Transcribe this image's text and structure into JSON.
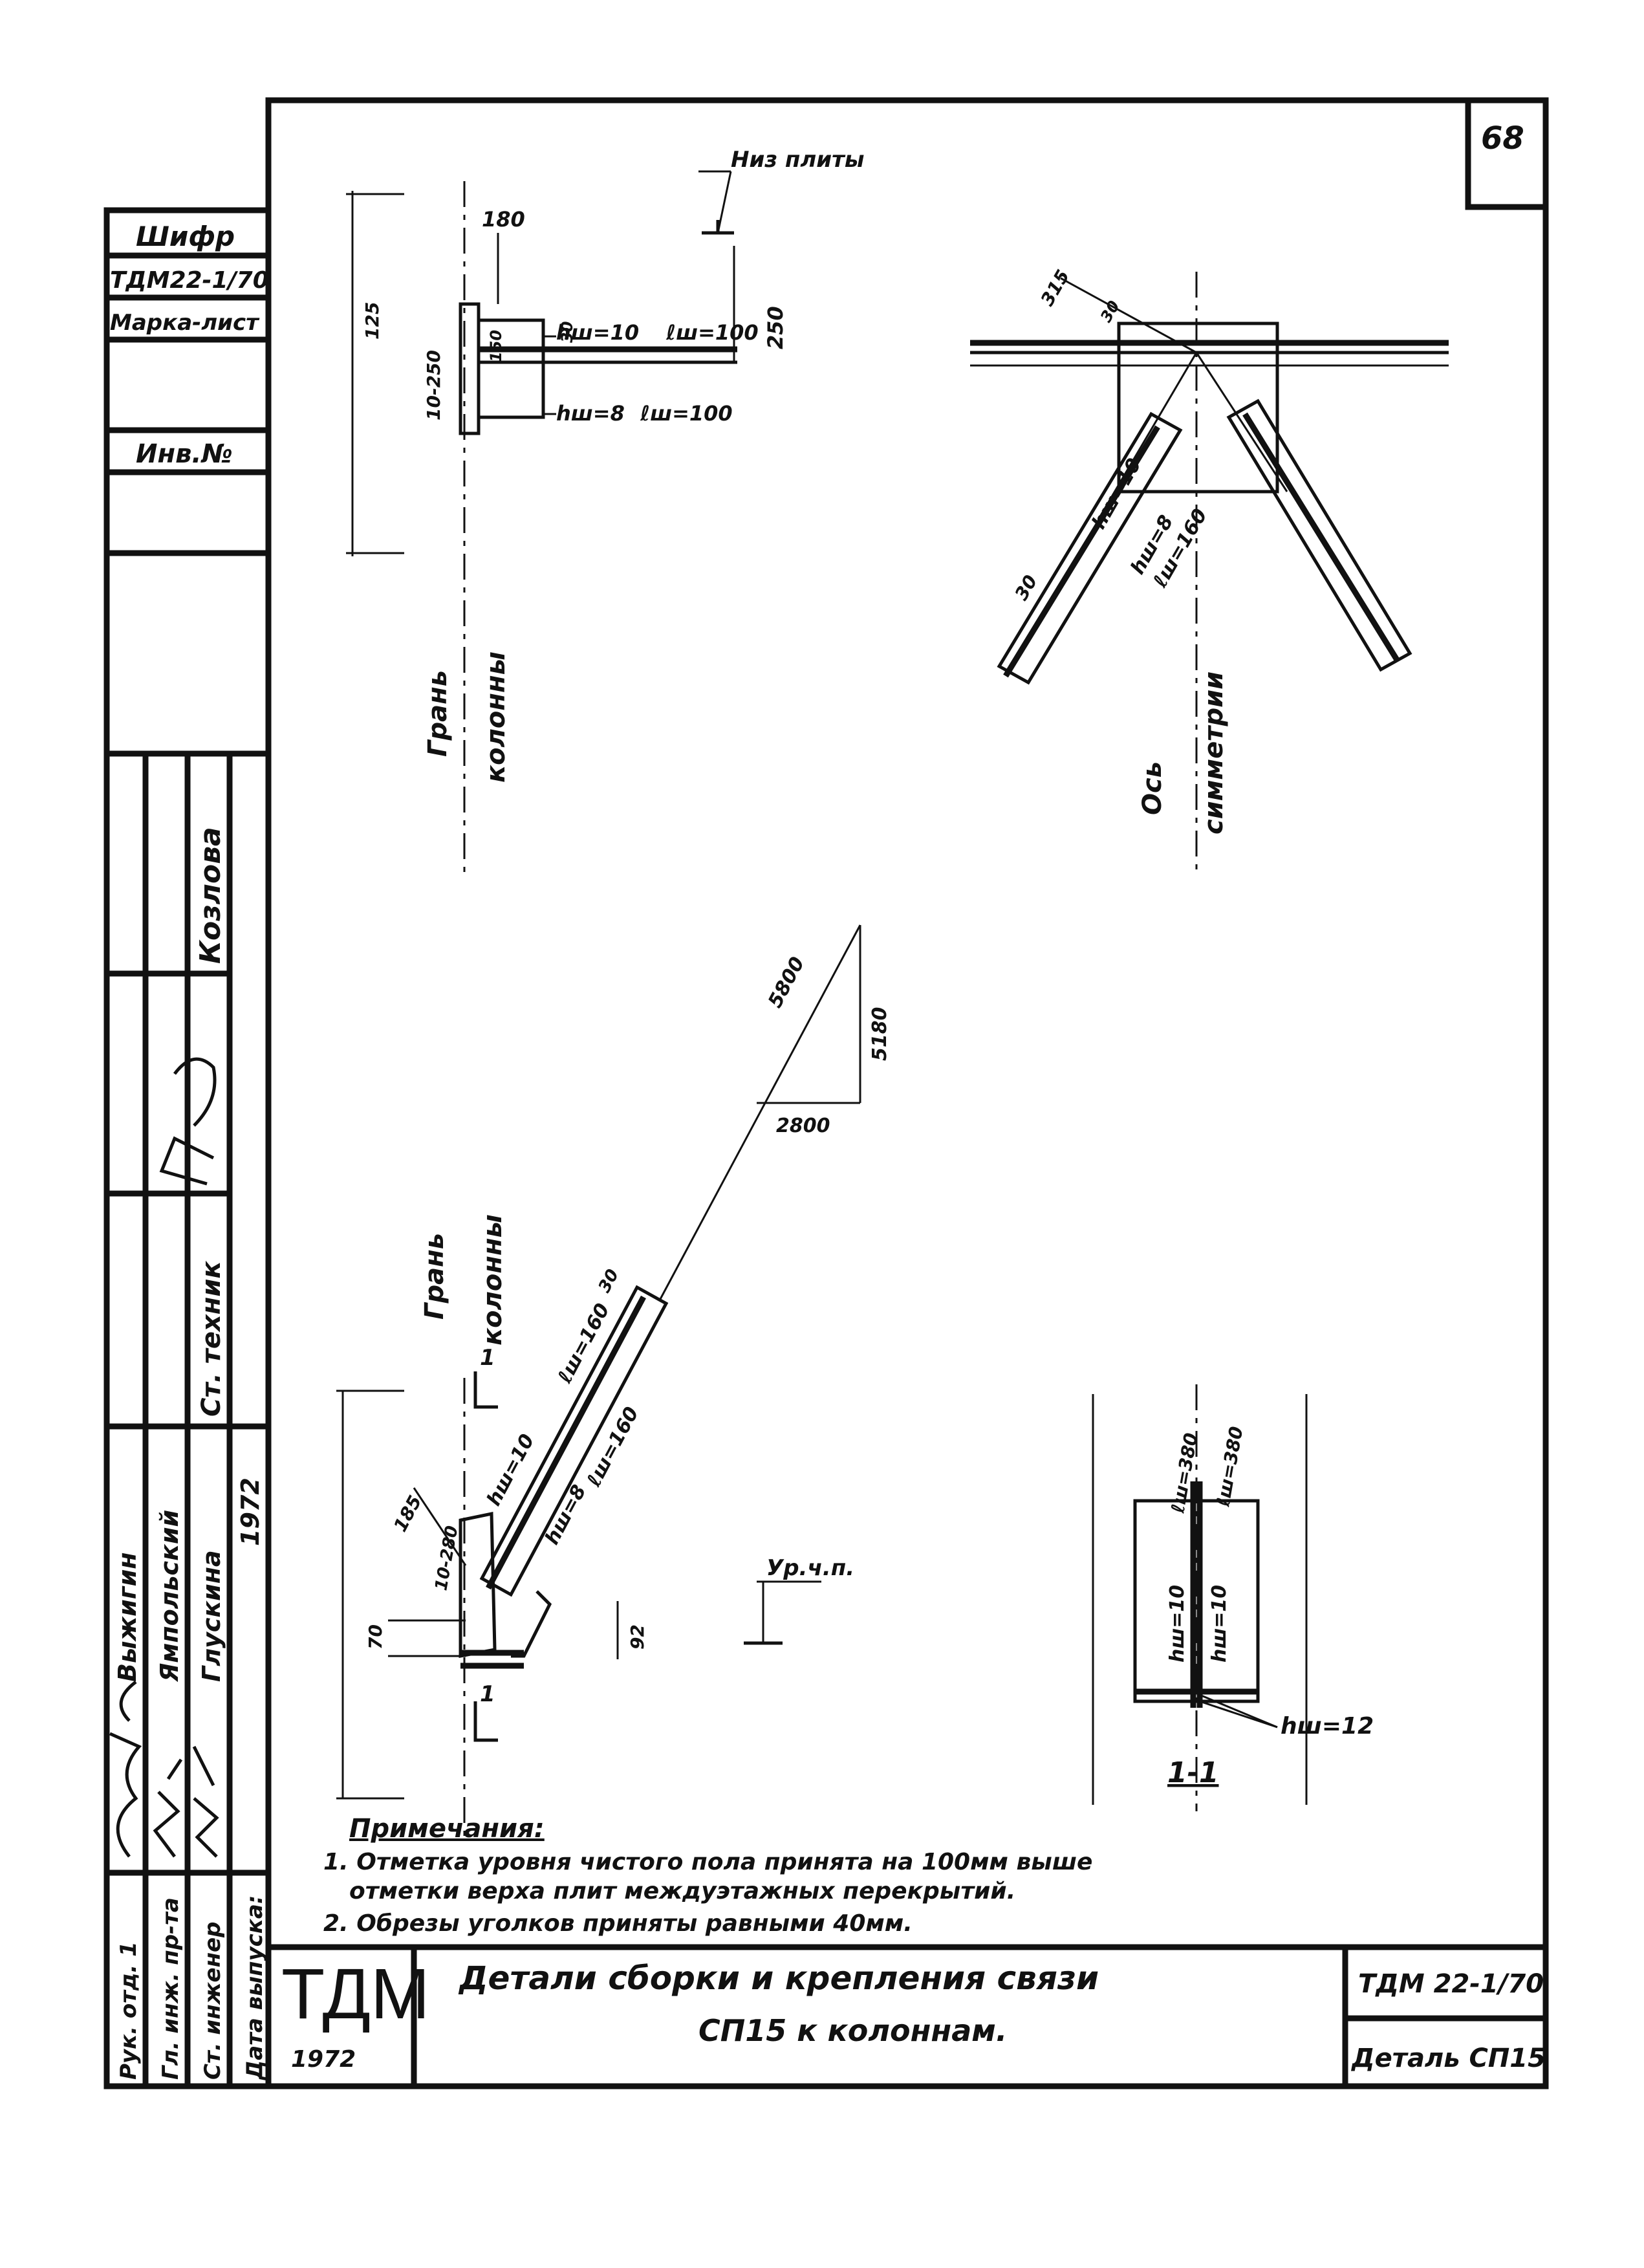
{
  "sheet_number": "68",
  "top_left_detail": {
    "level_label": "Низ плиты",
    "dim_180": "180",
    "dim_250": "250",
    "dim_150": "150",
    "dim_30": "30",
    "dim_125": "125",
    "dim_10_250": "10-250",
    "weld_top_h": "hш=10",
    "weld_top_l": "ℓш=100",
    "weld_bot_h": "hш=8",
    "weld_bot_l": "ℓш=100",
    "axis_label_1": "Грань",
    "axis_label_2": "колонны"
  },
  "top_right_detail": {
    "dim_315": "315",
    "dim_30a": "30",
    "dim_30b": "30",
    "weld_h10": "hш=10",
    "weld_h8": "hш=8",
    "weld_l160": "ℓш=160",
    "axis_label_1": "Ось",
    "axis_label_2": "симметрии"
  },
  "slope_triangle": {
    "hyp": "5800",
    "vert": "5180",
    "horiz": "2800"
  },
  "bottom_left_detail": {
    "axis_label_1": "Грань",
    "axis_label_2": "колонны",
    "section_mark": "1",
    "weld_h10": "hш=10",
    "weld_l160a": "ℓш=160",
    "dim_30": "30",
    "weld_h8": "hш=8",
    "weld_l160b": "ℓш=160",
    "dim_185": "185",
    "dim_10_280": "10-280",
    "dim_70": "70",
    "dim_92": "92",
    "level_label": "Ур.ч.п."
  },
  "section_1_1": {
    "weld_l380a": "ℓш=380",
    "weld_l380b": "ℓш=380",
    "weld_h10a": "hш=10",
    "weld_h10b": "hш=10",
    "weld_h12": "hш=12",
    "section_title": "1-1"
  },
  "notes": {
    "title": "Примечания:",
    "note1_line1": "1. Отметка уровня чистого пола принята на 100мм выше",
    "note1_line2": "отметки верха плит междуэтажных перекрытий.",
    "note2": "2. Обрезы уголков приняты равными 40мм."
  },
  "side_stamp": {
    "shifr": "Шифр",
    "code": "ТДМ22-1/70",
    "marka": "Марка-лист",
    "inv": "Инв.№",
    "kozlova": "Козлова",
    "st_tehnik": "Ст. техник",
    "role1": "Рук. отд. 1",
    "name1": "Выжигин",
    "role2": "Гл. инж. пр-та",
    "name2": "Ямпольский",
    "role3": "Ст. инженер",
    "name3": "Глускина",
    "year": "1972",
    "date_label": "Дата выпуска:"
  },
  "title_block": {
    "logo": "ТДМ",
    "logo_year": "1972",
    "title_line1": "Детали сборки и крепления связи",
    "title_line2": "СП15 к колоннам.",
    "code": "ТДМ 22-1/70",
    "detail": "Деталь СП15"
  }
}
